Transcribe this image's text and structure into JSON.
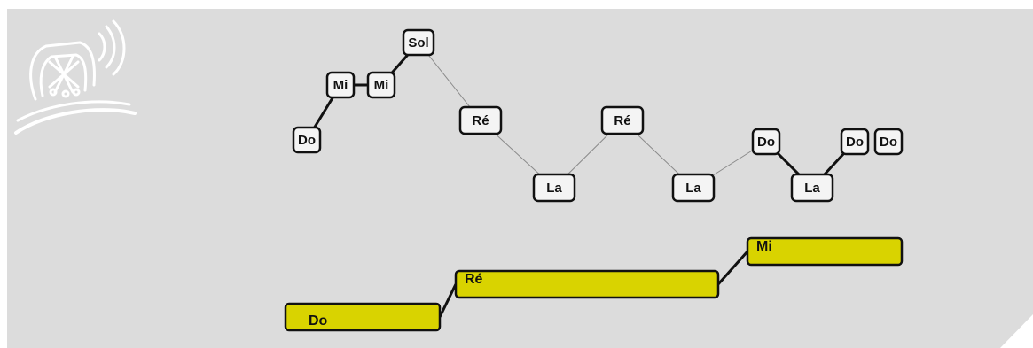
{
  "melody": {
    "notes": [
      {
        "label": "Do",
        "step": 1
      },
      {
        "label": "Mi",
        "step": 2
      },
      {
        "label": "Mi",
        "step": 2
      },
      {
        "label": "Sol",
        "step": 3
      },
      {
        "label": "Ré",
        "step": 0
      },
      {
        "label": "La",
        "step": -1
      },
      {
        "label": "Ré",
        "step": 0
      },
      {
        "label": "La",
        "step": -1
      },
      {
        "label": "Do",
        "step": 1
      },
      {
        "label": "La",
        "step": -1
      },
      {
        "label": "Do",
        "step": 1
      },
      {
        "label": "Do",
        "step": 1
      }
    ]
  },
  "harmony": {
    "bars": [
      {
        "label": "Do",
        "level": 0
      },
      {
        "label": "Ré",
        "level": 1
      },
      {
        "label": "Mi",
        "level": 2
      }
    ]
  },
  "colors": {
    "panel": "#dcdcdc",
    "note_fill": "#f4f4f4",
    "bar_fill": "#d9d300",
    "stroke": "#111111",
    "thin_line": "#8a8a8a",
    "logo": "#ffffff"
  },
  "logo": {
    "icon": "radio-icon"
  }
}
